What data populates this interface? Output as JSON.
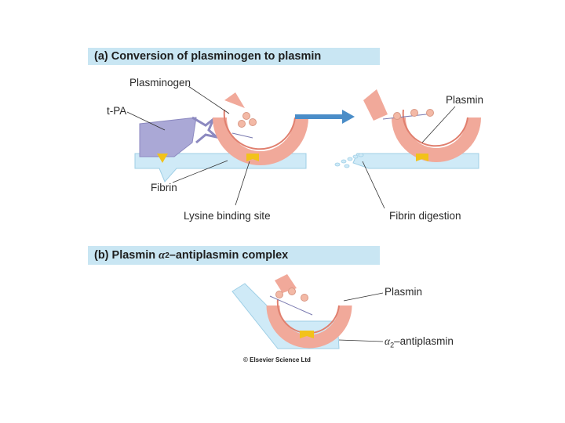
{
  "panel_a": {
    "title": "(a) Conversion of plasminogen to plasmin",
    "labels": {
      "plasminogen": "Plasminogen",
      "tpa": "t-PA",
      "fibrin": "Fibrin",
      "lysine_binding_site": "Lysine binding site",
      "plasmin": "Plasmin",
      "fibrin_digestion": "Fibrin digestion"
    }
  },
  "panel_b": {
    "title_prefix": "(b) Plasmin ",
    "alpha": "α",
    "subscript": "2",
    "title_suffix": "–antiplasmin complex",
    "labels": {
      "plasmin": "Plasmin",
      "antiplasmin_alpha": "α",
      "antiplasmin_sub": "2",
      "antiplasmin_suffix": "–antiplasmin"
    }
  },
  "copyright": "© Elsevier Science Ltd",
  "colors": {
    "banner": "#c9e6f3",
    "fibrin": "#cfeaf7",
    "plasmin_ring": "#f1a99a",
    "plasmin_dark": "#e07f6e",
    "tpa": "#aaa8d6",
    "binding_site": "#f2c21a",
    "arrow": "#4a8dc8",
    "bead": "#f3b9a6"
  }
}
